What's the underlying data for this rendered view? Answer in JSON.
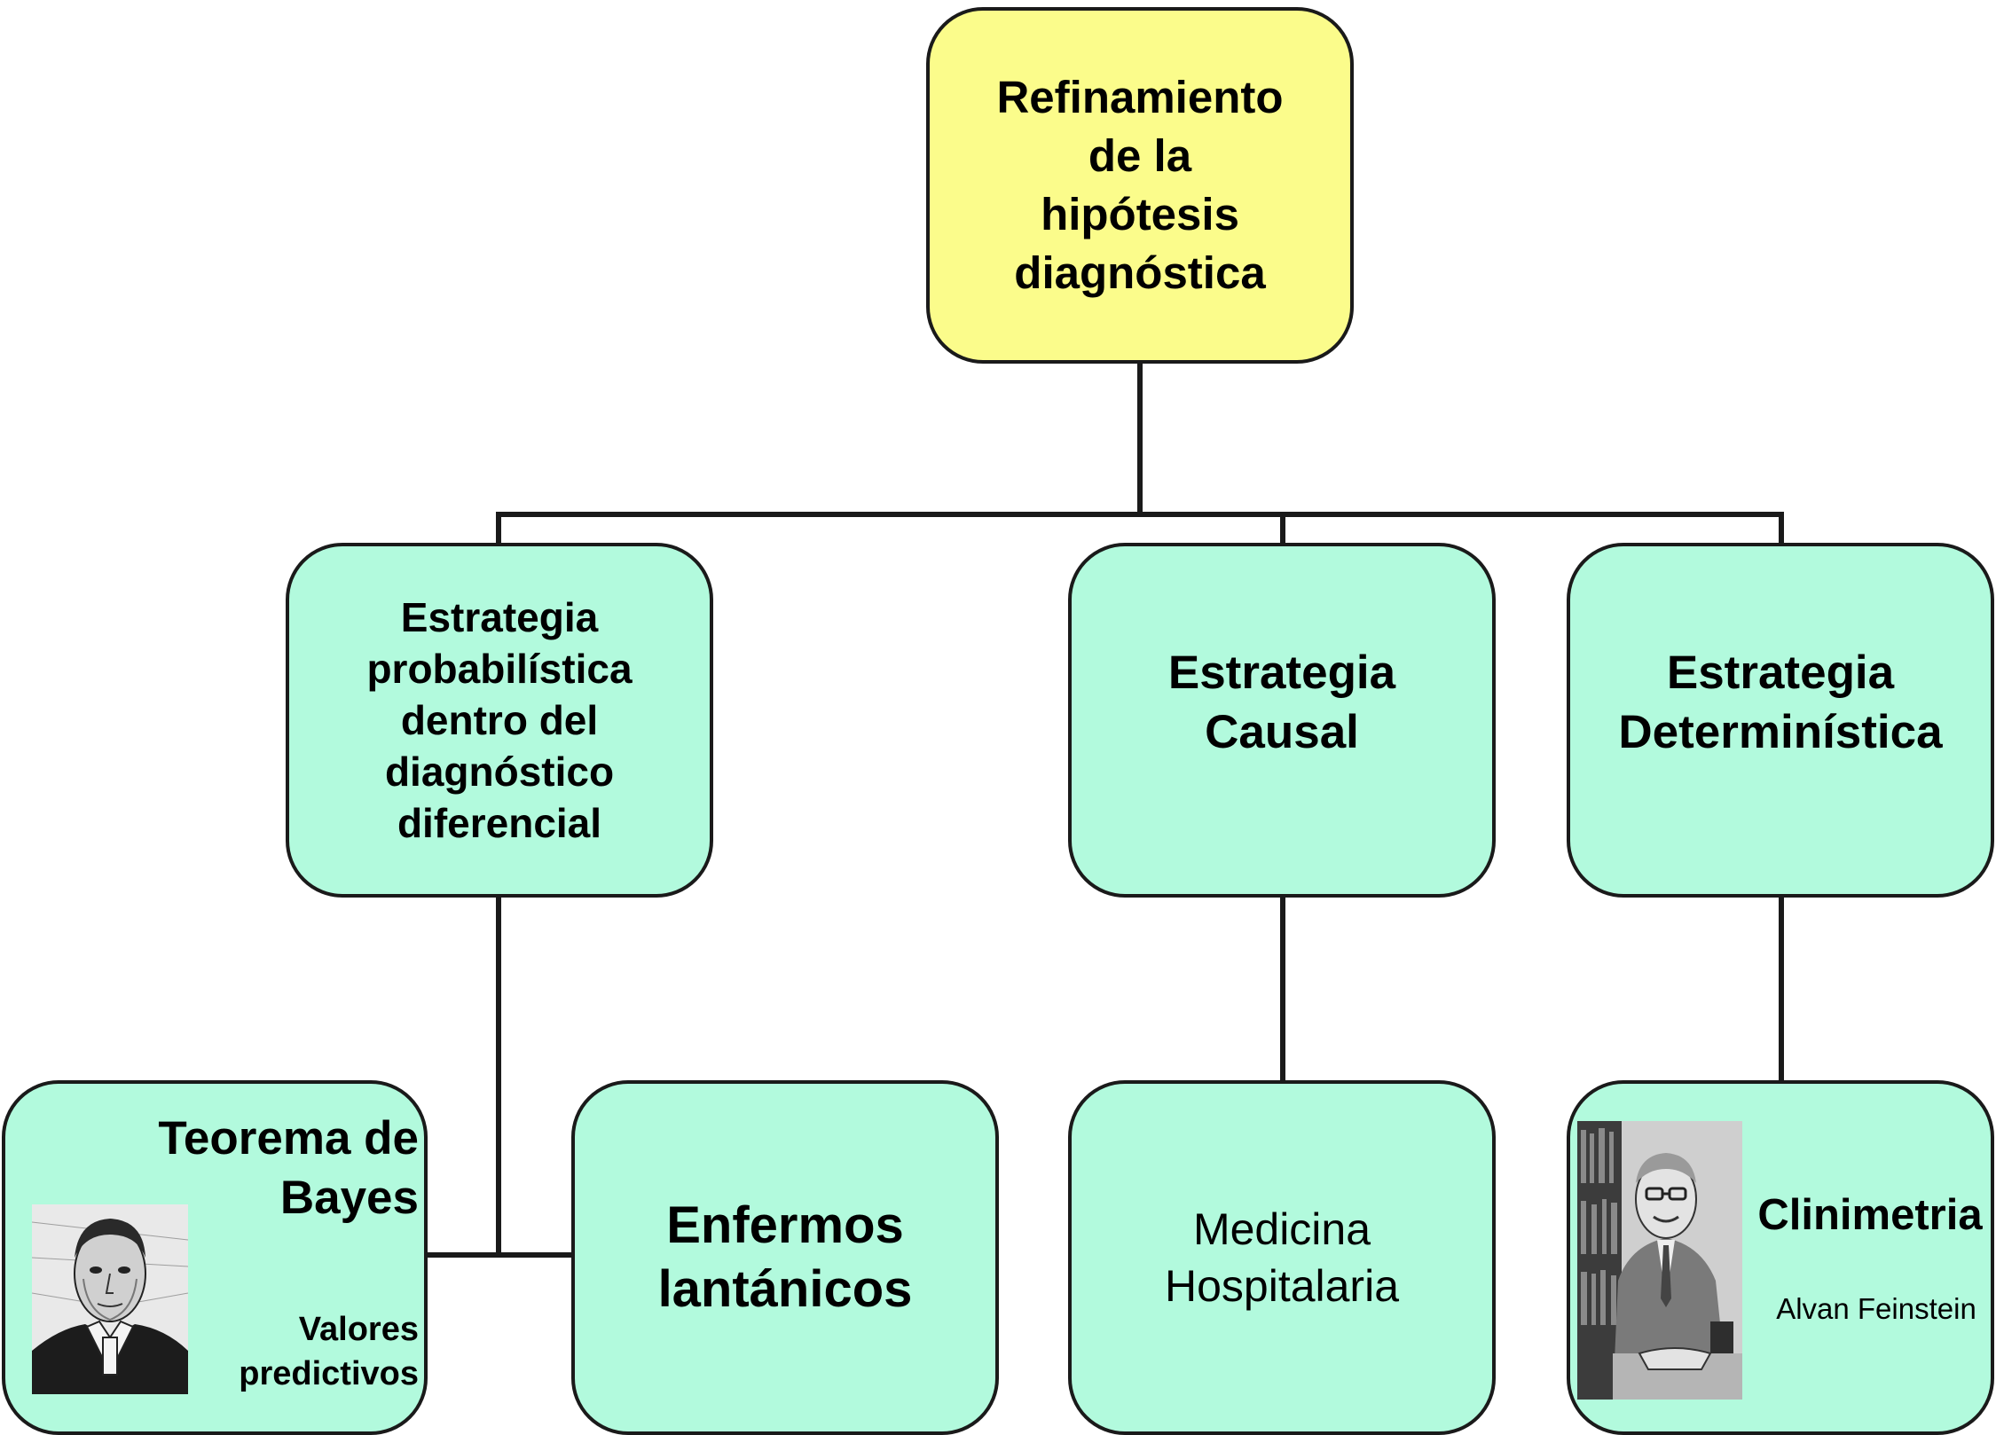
{
  "root": {
    "lines": [
      "Refinamiento",
      "de la",
      "hipótesis",
      "diagnóstica"
    ],
    "color": "#fbfc8b"
  },
  "strategies": [
    {
      "id": "probabilistica",
      "lines": [
        "Estrategia",
        "probabilística",
        "dentro del",
        "diagnóstico",
        "diferencial"
      ]
    },
    {
      "id": "causal",
      "lines": [
        "Estrategia",
        "Causal"
      ]
    },
    {
      "id": "deterministica",
      "lines": [
        "Estrategia",
        "Determinística"
      ]
    }
  ],
  "leaves": {
    "bayes": {
      "title_lines": [
        "Teorema de",
        "Bayes"
      ],
      "subtitle_lines": [
        "Valores",
        "predictivos"
      ],
      "portrait_icon": "bayes-portrait-icon"
    },
    "lantanicos": {
      "lines": [
        "Enfermos",
        "lantánicos"
      ]
    },
    "medicina": {
      "lines": [
        "Medicina",
        "Hospitalaria"
      ]
    },
    "clinimetria": {
      "title": "Clinimetria",
      "caption": "Alvan Feinstein",
      "portrait_icon": "feinstein-photo-icon"
    }
  },
  "colors": {
    "node_fill": "#b2fadd",
    "root_fill": "#fbfc8b",
    "border": "#1a1a1a"
  }
}
